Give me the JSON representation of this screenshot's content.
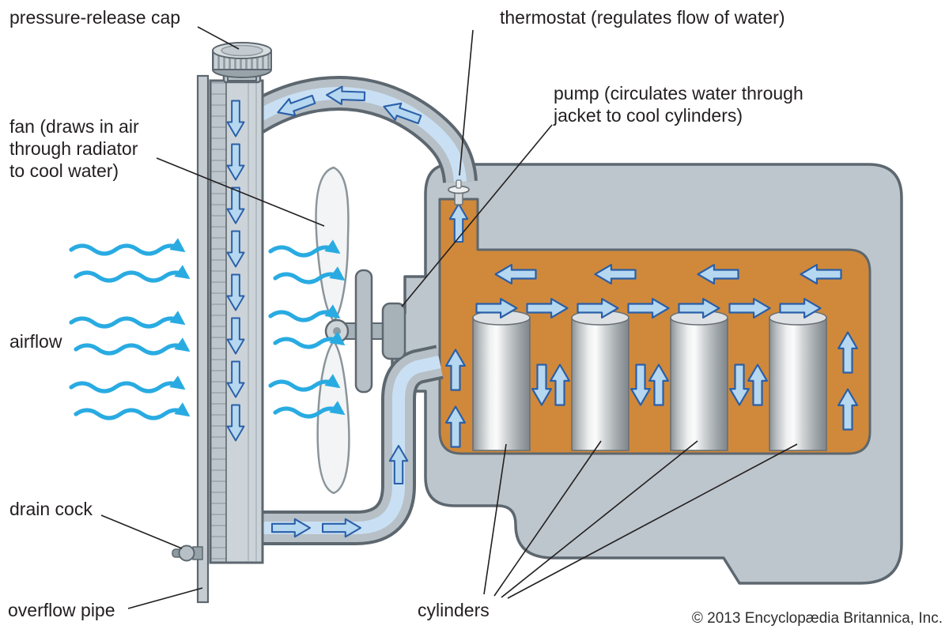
{
  "figure": {
    "copyright": "© 2013 Encyclopædia Britannica, Inc."
  },
  "labels": {
    "pressure_release_cap": "pressure-release cap",
    "thermostat": "thermostat (regulates flow of water)",
    "pump": {
      "line1": "pump (circulates water through",
      "line2": "jacket to cool cylinders)"
    },
    "fan": {
      "line1": "fan (draws in air",
      "line2": "through radiator",
      "line3": "to cool water)"
    },
    "airflow": "airflow",
    "drain_cock": "drain cock",
    "overflow_pipe": "overflow pipe",
    "cylinders": "cylinders"
  },
  "colors": {
    "airflow_blue": "#29abe2",
    "coolant_fill": "#b5d7f0",
    "coolant_stroke": "#2a5fa8",
    "water_jacket_orange": "#d0893a",
    "engine_grey": "#bdc6cc",
    "radiator_grey": "#ccd4d9",
    "outline_grey": "#5d676f",
    "text_color": "#231f20"
  }
}
